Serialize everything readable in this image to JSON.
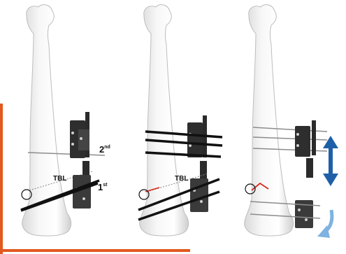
{
  "labels": {
    "p1_second": {
      "num": "2",
      "sup": "nd"
    },
    "p1_first": {
      "num": "1",
      "sup": "st"
    },
    "p1_tbl": "TBL",
    "p2_tbl": "TBL"
  },
  "icons": {
    "up_down_arrow": "double-headed-arrow-icon",
    "curved_arrow": "curved-arrow-icon"
  },
  "colors": {
    "bone": "#f0f0f0",
    "bone_outline": "#bdbdbd",
    "pin_dark": "#111111",
    "pin_light": "#8c8c8c",
    "fixator": "#2b2b2b",
    "osteotomy_line": "#d62a1f",
    "arrow_dark_blue": "#1f5fa8",
    "arrow_light_blue": "#7fb2e0",
    "accent_orange": "#e2581f"
  }
}
